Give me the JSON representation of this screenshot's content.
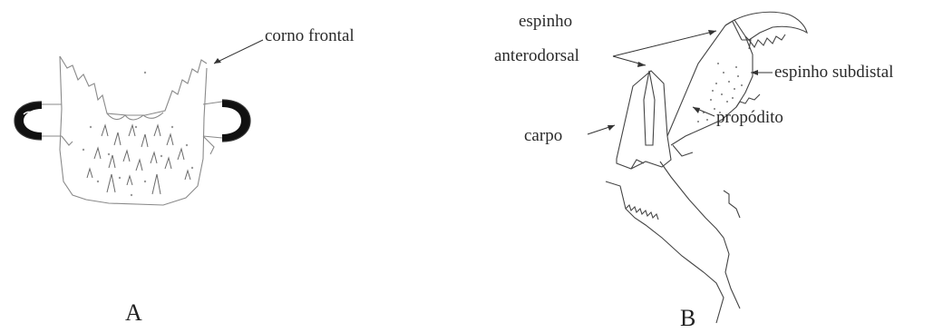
{
  "panel_a": {
    "letter": "A",
    "label_corno_frontal": "corno frontal"
  },
  "panel_b": {
    "letter": "B",
    "label_espinho": "espinho",
    "label_anterodorsal": "anterodorsal",
    "label_espinho_subdistal": "espinho subdistal",
    "label_carpo": "carpo",
    "label_propodito": "propódito"
  },
  "colors": {
    "line": "#3a3a3a",
    "light_line": "#8a8a8a",
    "eye_fill": "#111111"
  }
}
